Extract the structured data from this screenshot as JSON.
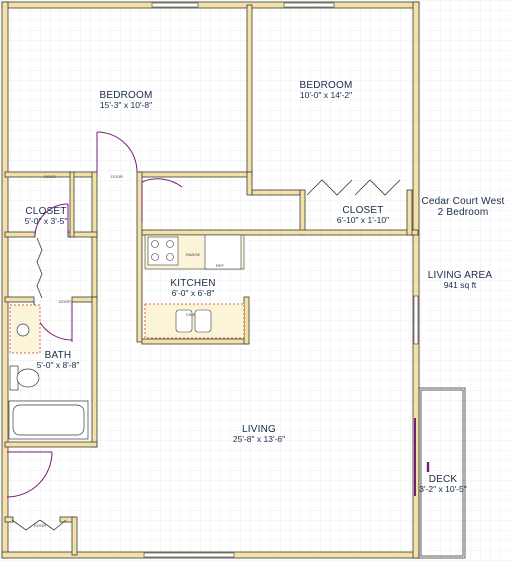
{
  "plan": {
    "name": "Cedar Court West",
    "type": "2 Bedroom",
    "area_label": "LIVING AREA",
    "area_value": "941 sq ft"
  },
  "rooms": {
    "bedroom1": {
      "name": "BEDROOM",
      "dims": "15'-3\" x 10'-8\""
    },
    "bedroom2": {
      "name": "BEDROOM",
      "dims": "10'-0\" x 14'-2\""
    },
    "closet1": {
      "name": "CLOSET",
      "dims": "5'-0\" x 3'-5\""
    },
    "closet2": {
      "name": "CLOSET",
      "dims": "6'-10\" x 1'-10\""
    },
    "kitchen": {
      "name": "KITCHEN",
      "dims": "6'-0\" x 6'-8\""
    },
    "bath": {
      "name": "BATH",
      "dims": "5'-0\" x 8'-8\""
    },
    "living": {
      "name": "LIVING",
      "dims": "25'-8\" x 13'-6\""
    },
    "deck": {
      "name": "DECK",
      "dims": "3'-2\" x 10'-5\""
    }
  },
  "fixtures": {
    "range": "RANGE",
    "refrigerator": "REF.",
    "sink": "SINK",
    "door_tag": "DOOR"
  },
  "colors": {
    "wall_fill": "#f2e2a6",
    "wall_stroke": "#3a3a3a",
    "door_arc": "#7a1a7a",
    "grid": "#e8e8e8",
    "label": "#1a2b4c",
    "counter": "#c0392b"
  }
}
